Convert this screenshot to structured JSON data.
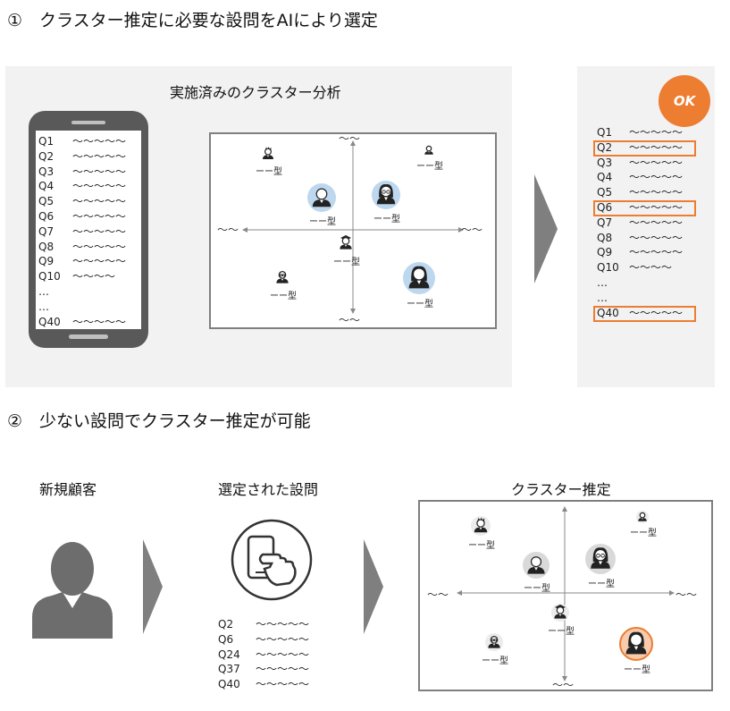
{
  "section1": {
    "title": "①　クラスター推定に必要な設問をAIにより選定",
    "analysis_title": "実施済みのクラスター分析",
    "survey": {
      "rows": [
        {
          "q": "Q1",
          "t": "〜〜〜〜〜"
        },
        {
          "q": "Q2",
          "t": "〜〜〜〜〜"
        },
        {
          "q": "Q3",
          "t": "〜〜〜〜〜"
        },
        {
          "q": "Q4",
          "t": "〜〜〜〜〜"
        },
        {
          "q": "Q5",
          "t": "〜〜〜〜〜"
        },
        {
          "q": "Q6",
          "t": "〜〜〜〜〜"
        },
        {
          "q": "Q7",
          "t": "〜〜〜〜〜"
        },
        {
          "q": "Q8",
          "t": "〜〜〜〜〜"
        },
        {
          "q": "Q9",
          "t": "〜〜〜〜〜"
        },
        {
          "q": "Q10",
          "t": "〜〜〜〜"
        },
        {
          "q": "…",
          "t": ""
        },
        {
          "q": "…",
          "t": ""
        },
        {
          "q": "Q40",
          "t": "〜〜〜〜〜"
        }
      ]
    },
    "map": {
      "axis_top": "〜〜",
      "axis_bottom": "〜〜",
      "axis_left": "〜〜",
      "axis_right": "〜〜",
      "personas": [
        {
          "label": "ーー型",
          "icon": "spiky-hair-person-icon",
          "highlight": false
        },
        {
          "label": "ーー型",
          "icon": "small-person-icon",
          "highlight": false
        },
        {
          "label": "ーー型",
          "icon": "man-person-icon",
          "highlight": true
        },
        {
          "label": "ーー型",
          "icon": "glasses-woman-person-icon",
          "highlight": true
        },
        {
          "label": "ーー型",
          "icon": "graduate-person-icon",
          "highlight": false
        },
        {
          "label": "ーー型",
          "icon": "glasses-man-person-icon",
          "highlight": false
        },
        {
          "label": "ーー型",
          "icon": "woman-person-icon",
          "highlight": true
        }
      ]
    },
    "result": {
      "ok_label": "OK",
      "rows": [
        {
          "q": "Q1",
          "t": "〜〜〜〜〜",
          "selected": false
        },
        {
          "q": "Q2",
          "t": "〜〜〜〜〜",
          "selected": true
        },
        {
          "q": "Q3",
          "t": "〜〜〜〜〜",
          "selected": false
        },
        {
          "q": "Q4",
          "t": "〜〜〜〜〜",
          "selected": false
        },
        {
          "q": "Q5",
          "t": "〜〜〜〜〜",
          "selected": false
        },
        {
          "q": "Q6",
          "t": "〜〜〜〜〜",
          "selected": true
        },
        {
          "q": "Q7",
          "t": "〜〜〜〜〜",
          "selected": false
        },
        {
          "q": "Q8",
          "t": "〜〜〜〜〜",
          "selected": false
        },
        {
          "q": "Q9",
          "t": "〜〜〜〜〜",
          "selected": false
        },
        {
          "q": "Q10",
          "t": "〜〜〜〜",
          "selected": false
        },
        {
          "q": "…",
          "t": "",
          "selected": false
        },
        {
          "q": "…",
          "t": "",
          "selected": false
        },
        {
          "q": "Q40",
          "t": "〜〜〜〜〜",
          "selected": true
        }
      ]
    }
  },
  "section2": {
    "title": "②　少ない設問でクラスター推定が可能",
    "new_customer_label": "新規顧客",
    "selected_questions_label": "選定された設問",
    "cluster_estimate_label": "クラスター推定",
    "selected_rows": [
      {
        "q": "Q2",
        "t": "〜〜〜〜〜"
      },
      {
        "q": "Q6",
        "t": "〜〜〜〜〜"
      },
      {
        "q": "Q24",
        "t": "〜〜〜〜〜"
      },
      {
        "q": "Q37",
        "t": "〜〜〜〜〜"
      },
      {
        "q": "Q40",
        "t": "〜〜〜〜〜"
      }
    ],
    "map": {
      "axis_top": "",
      "axis_bottom": "〜〜",
      "axis_left": "〜〜",
      "axis_right": "〜〜",
      "personas": [
        {
          "label": "ーー型",
          "icon": "spiky-hair-person-icon",
          "state": "normal"
        },
        {
          "label": "ーー型",
          "icon": "small-person-icon",
          "state": "normal"
        },
        {
          "label": "ーー型",
          "icon": "man-person-icon",
          "state": "grey"
        },
        {
          "label": "ーー型",
          "icon": "glasses-woman-person-icon",
          "state": "grey"
        },
        {
          "label": "ーー型",
          "icon": "graduate-person-icon",
          "state": "normal"
        },
        {
          "label": "ーー型",
          "icon": "glasses-man-person-icon",
          "state": "normal"
        },
        {
          "label": "ーー型",
          "icon": "woman-person-icon",
          "state": "estimated"
        }
      ]
    }
  },
  "colors": {
    "accent": "#ed7d31",
    "highlight_circle": "#bdd7ee",
    "grey_circle": "#d9d9d9",
    "estimated_circle": "#f8cbad",
    "panel": "#f2f2f2",
    "arrow": "#7f7f7f"
  }
}
